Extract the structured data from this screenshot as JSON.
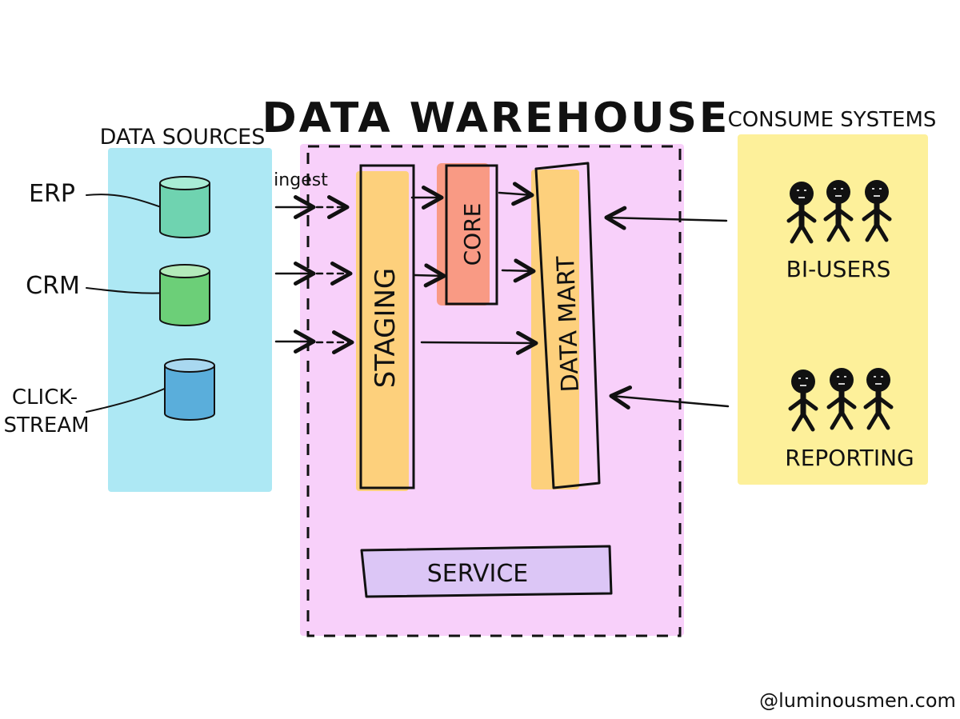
{
  "title": "DATA WAREHOUSE",
  "sources": {
    "heading": "DATA SOURCES",
    "items": [
      {
        "label_lines": [
          "ERP"
        ],
        "color": "#6fd3b0"
      },
      {
        "label_lines": [
          "CRM"
        ],
        "color": "#6ccf78"
      },
      {
        "label_lines": [
          "CLICK-",
          "STREAM"
        ],
        "color": "#5aaedb"
      }
    ]
  },
  "warehouse": {
    "ingest_label": "ingest",
    "staging_label": "STAGING",
    "core_label": "CORE",
    "datamart_label": "DATA MART",
    "service_label": "SERVICE"
  },
  "consumers": {
    "heading": "CONSUME SYSTEMS",
    "groups": [
      {
        "label": "BI-USERS"
      },
      {
        "label": "REPORTING"
      }
    ]
  },
  "credit": "@luminousmen.com",
  "colors": {
    "sources_panel": "#ade8f4",
    "warehouse_panel": "#f8d0fa",
    "consumers_panel": "#fdf09a",
    "staging": "#fdd07c",
    "core": "#f99a84",
    "datamart": "#fdd07c",
    "service": "#dcc6f6",
    "ink": "#111111"
  },
  "icons": {
    "database": "database-cylinder-icon",
    "person": "stick-figure-person-icon",
    "arrow": "arrow-right-icon"
  }
}
